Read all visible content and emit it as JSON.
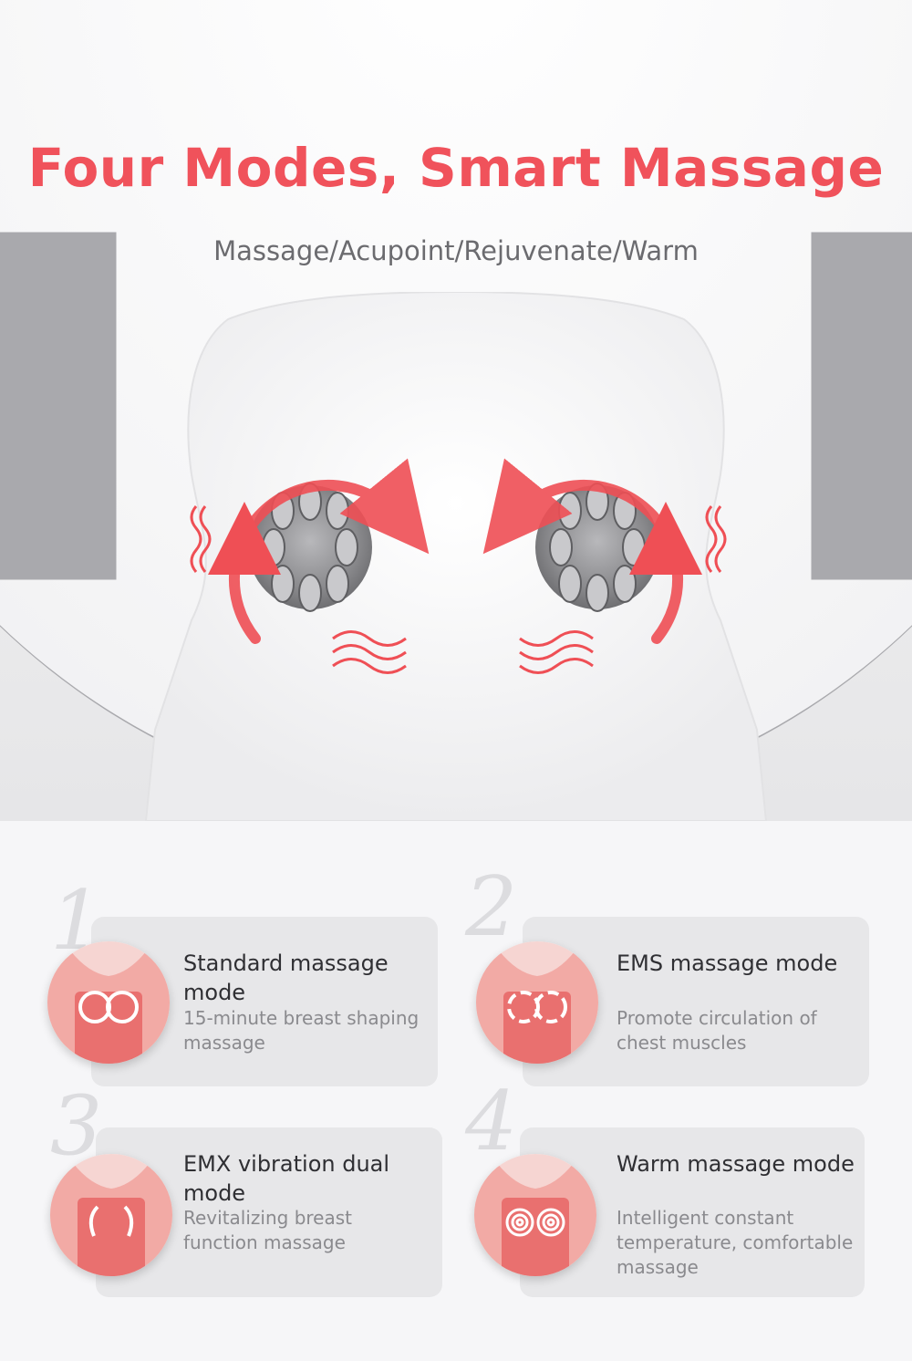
{
  "header": {
    "title": "Four Modes, Smart Massage",
    "subtitle": "Massage/Acupoint/Rejuvenate/Warm"
  },
  "modes": [
    {
      "number": "1",
      "title": "Standard massage mode",
      "description": "15-minute breast shaping massage",
      "icon": "rotating-arrows-icon"
    },
    {
      "number": "2",
      "title": "EMS massage mode",
      "description": "Promote circulation of chest muscles",
      "icon": "circulation-arrows-icon"
    },
    {
      "number": "3",
      "title": "EMX vibration dual mode",
      "description": "Revitalizing breast function massage",
      "icon": "lift-arrows-icon"
    },
    {
      "number": "4",
      "title": "Warm massage mode",
      "description": "Intelligent constant temperature, comfortable massage",
      "icon": "heat-rings-icon"
    }
  ],
  "colors": {
    "accent": "#f0525b",
    "card": "#e7e7e9",
    "skin": "#f2aaa5",
    "top": "#e9706f"
  }
}
